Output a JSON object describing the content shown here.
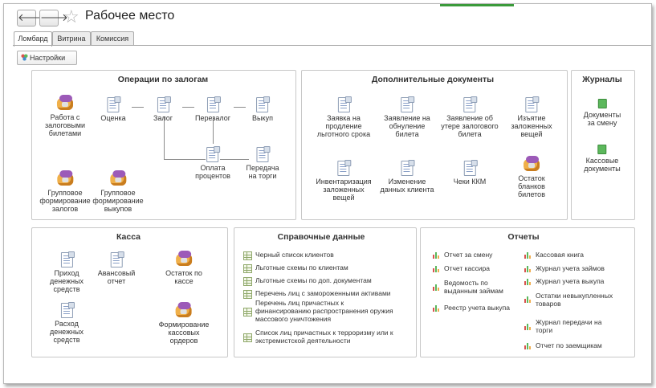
{
  "window": {
    "title": "Рабочее место",
    "nav": {
      "back": "🡐",
      "forward": "🡒"
    },
    "favorite_icon": "star-icon"
  },
  "tabs": [
    "Ломбард",
    "Витрина",
    "Комиссия"
  ],
  "toolbar": {
    "settings_label": "Настройки"
  },
  "panels": {
    "pledges": {
      "title": "Операции по залогам",
      "items": {
        "work_tickets": "Работа с\nзалоговыми\nбилетами",
        "assessment": "Оценка",
        "pledge": "Залог",
        "repledge": "Перезалог",
        "buyout": "Выкуп",
        "interest": "Оплата\nпроцентов",
        "auction": "Передача\nна торги",
        "group_pledges": "Групповое\nформирование\nзалогов",
        "group_buyouts": "Групповое\nформирование\nвыкупов"
      }
    },
    "extra_docs": {
      "title": "Дополнительные документы",
      "items": {
        "extension": "Заявка на\nпродление\nльготного срока",
        "reset": "Заявление на\nобнуление\nбилета",
        "loss": "Заявление об\nутере залогового\nбилета",
        "seizure": "Изъятие\nзаложенных\nвещей",
        "inventory": "Инвентаризация\nзаложенных\nвещей",
        "client_change": "Изменение\nданных клиента",
        "kkm": "Чеки ККМ",
        "blanks": "Остаток\nбланков\nбилетов"
      }
    },
    "journals": {
      "title": "Журналы",
      "items": {
        "shift_docs": "Документы\nза смену",
        "cash_docs": "Кассовые\nдокументы"
      }
    },
    "cash": {
      "title": "Касса",
      "items": {
        "income": "Приход\nденежных\nсредств",
        "advance": "Авансовый\nотчет",
        "balance": "Остаток по\nкассе",
        "expense": "Расход\nденежных\nсредств",
        "orders": "Формирование\nкассовых\nордеров"
      }
    },
    "reference": {
      "title": "Справочные данные",
      "items": [
        "Черный список клиентов",
        "Льготные схемы по клиентам",
        "Льготные схемы по доп. документам",
        "Перечень лиц с замороженными активами",
        "Перечень лиц причастных к\nфинансированию распространения оружия\nмассового уничтожения",
        "Список лиц причастных к терроризму или к\nэкстремистской деятельности"
      ]
    },
    "reports": {
      "title": "Отчеты",
      "left": [
        "Отчет за смену",
        "Отчет кассира",
        "Ведомость по\nвыданным займам",
        "Реестр учета выкупа"
      ],
      "right": [
        "Кассовая книга",
        "Журнал учета займов",
        "Журнал учета выкупа",
        "Остатки невыкупленных\nтоваров",
        "Журнал передачи на\nторги",
        "Отчет по заемщикам"
      ]
    }
  }
}
